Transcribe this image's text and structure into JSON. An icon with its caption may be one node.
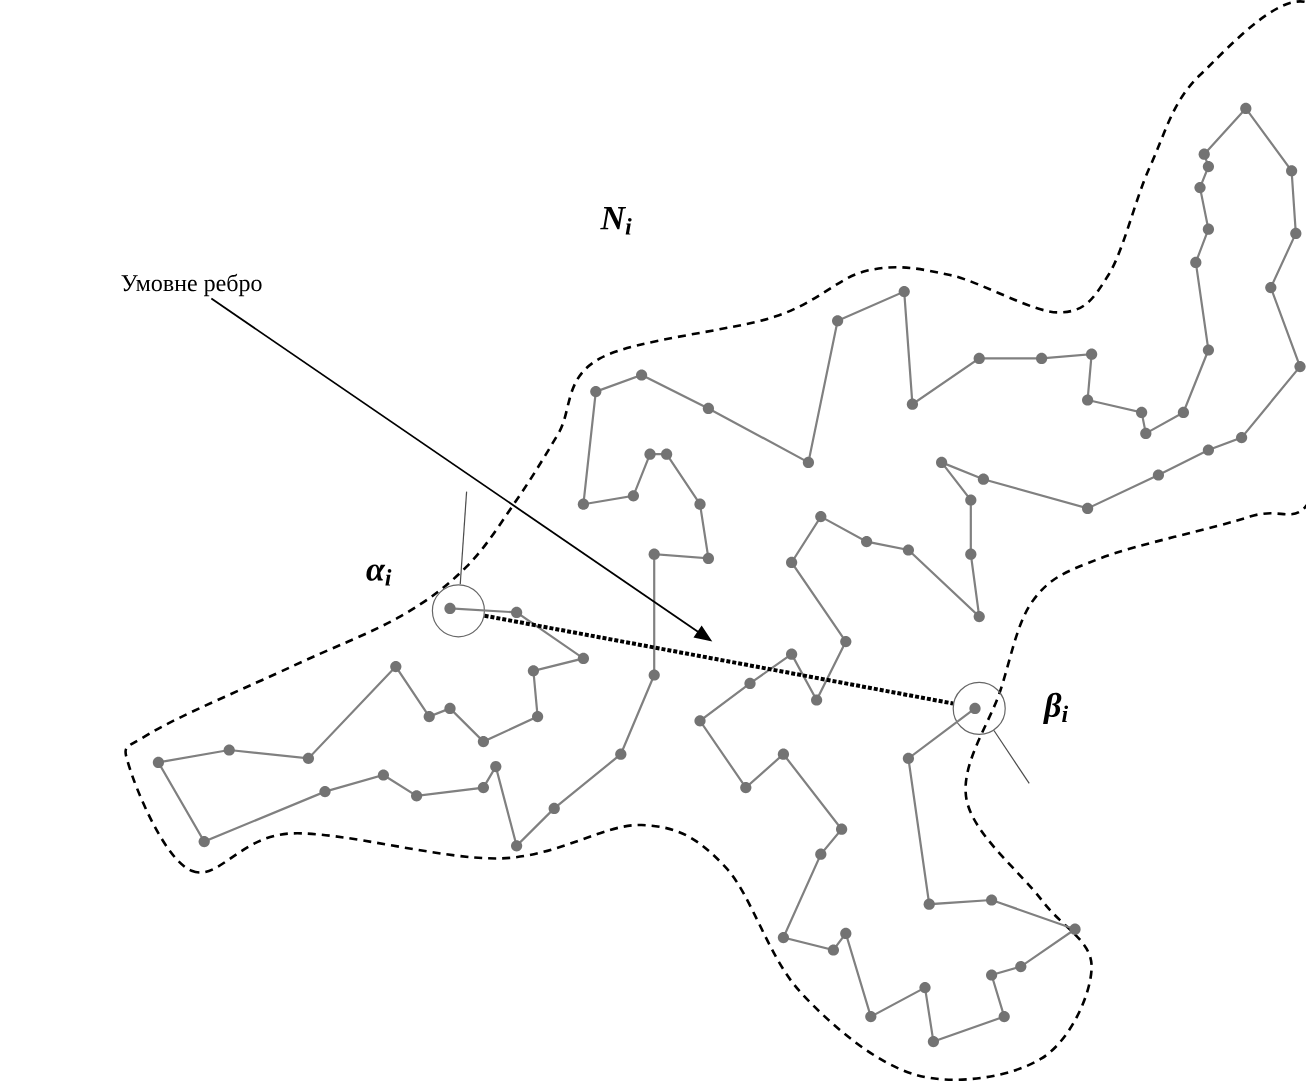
{
  "diagram": {
    "nodes": [
      {
        "text": [
          "Умовне ребро"
        ]
      },
      {
        "text": [],
        "shape": "circle"
      },
      {
        "text": [],
        "shape": "circle"
      }
    ],
    "edges": [
      {
        "from": 1,
        "to": 2,
        "arrow": "none",
        "style": "dashed"
      },
      {
        "from": 0,
        "to": null,
        "arrow": "to"
      },
      {
        "from": null,
        "to": 1,
        "arrow": "none"
      },
      {
        "from": null,
        "to": 2,
        "arrow": "none"
      }
    ],
    "labels": [
      "N$_{i}$",
      "α$_{i}$",
      "β$_{i}$"
    ]
  }
}
